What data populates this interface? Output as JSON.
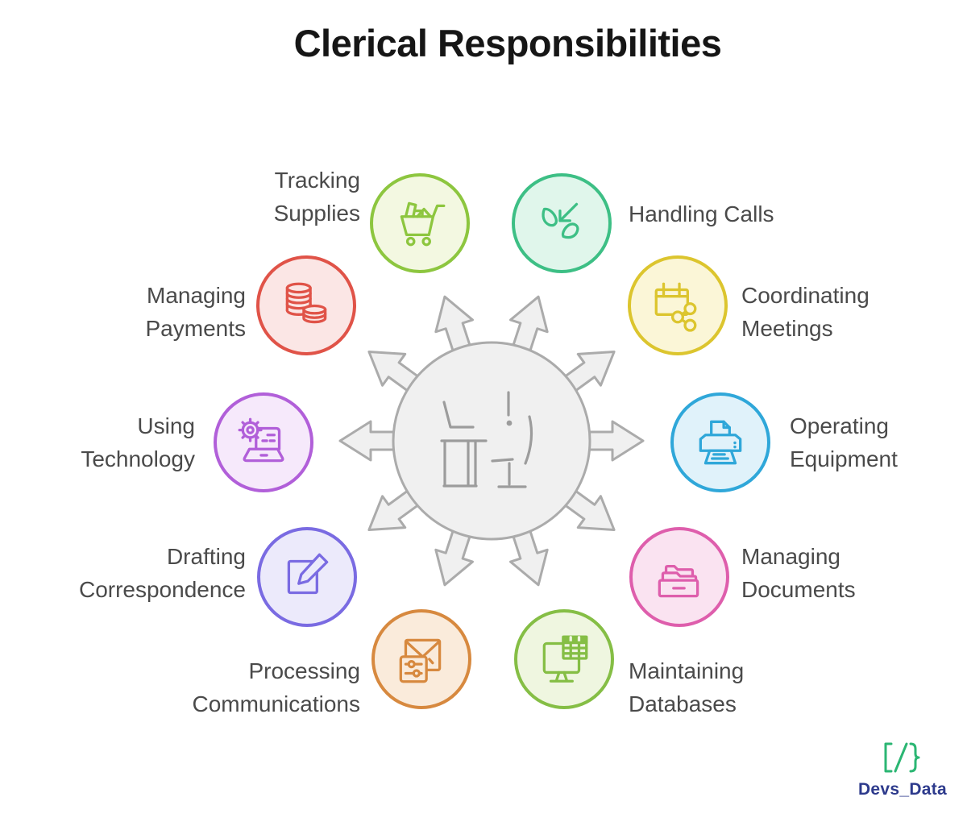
{
  "title": "Clerical Responsibilities",
  "title_color": "#161616",
  "label_color": "#4A4A4A",
  "center": {
    "icon": "person-at-desk-icon",
    "arrow_count": 10,
    "circle_fill": "#F0F0F0",
    "outline_color": "#ABABAB",
    "art_color": "#9C9C9C"
  },
  "items": [
    {
      "label": "Tracking Supplies",
      "icon": "shopping-cart-icon",
      "stroke": "#8DC63F",
      "fill": "#F3F8E1",
      "circle_style": "color:#8DC63F;--bg:#F3F8E1"
    },
    {
      "label": "Handling Calls",
      "icon": "incoming-call-icon",
      "stroke": "#3DBF85",
      "fill": "#E0F6EB",
      "circle_style": "color:#3DBF85;--bg:#E0F6EB"
    },
    {
      "label": "Managing Payments",
      "icon": "coins-icon",
      "stroke": "#E05348",
      "fill": "#FBE6E5",
      "circle_style": "color:#E05348;--bg:#FBE6E5"
    },
    {
      "label": "Coordinating Meetings",
      "icon": "calendar-share-icon",
      "stroke": "#DCC52E",
      "fill": "#FBF6D7",
      "circle_style": "color:#DCC52E;--bg:#FBF6D7"
    },
    {
      "label": "Using Technology",
      "icon": "laptop-gear-icon",
      "stroke": "#B15FD9",
      "fill": "#F6E9FB",
      "circle_style": "color:#B15FD9;--bg:#F6E9FB"
    },
    {
      "label": "Operating Equipment",
      "icon": "printer-icon",
      "stroke": "#2FA7D9",
      "fill": "#E0F2FA",
      "circle_style": "color:#2FA7D9;--bg:#E0F2FA"
    },
    {
      "label": "Drafting Correspondence",
      "icon": "pencil-note-icon",
      "stroke": "#7A6BE2",
      "fill": "#ECEAFB",
      "circle_style": "color:#7A6BE2;--bg:#ECEAFB"
    },
    {
      "label": "Managing Documents",
      "icon": "folders-drawer-icon",
      "stroke": "#DE5EAC",
      "fill": "#FAE3F1",
      "circle_style": "color:#DE5EAC;--bg:#FAE3F1"
    },
    {
      "label": "Processing Communications",
      "icon": "envelope-settings-icon",
      "stroke": "#D7893F",
      "fill": "#FAEBDB",
      "circle_style": "color:#D7893F;--bg:#FAEBDB"
    },
    {
      "label": "Maintaining Databases",
      "icon": "spreadsheet-monitor-icon",
      "stroke": "#85BE45",
      "fill": "#EFF6E0",
      "circle_style": "color:#85BE45;--bg:#EFF6E0"
    }
  ],
  "footer": {
    "brand": "Devs_Data",
    "logo_icon": "code-brackets-icon",
    "logo_color": "#2BB673",
    "text_color": "#2D3A8C",
    "logo_style": "color:#2BB673",
    "brand_style": "color:#2D3A8C"
  }
}
